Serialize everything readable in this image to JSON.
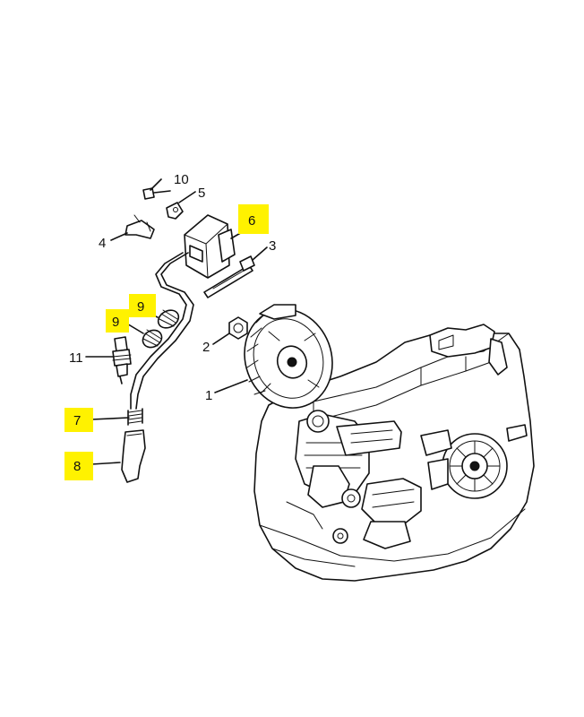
{
  "callouts": [
    {
      "id": "c10",
      "number": "10",
      "highlight": false,
      "part": "screw"
    },
    {
      "id": "c5",
      "number": "5",
      "highlight": false,
      "part": "clip"
    },
    {
      "id": "c6",
      "number": "6",
      "highlight": true,
      "part": "ignition-module"
    },
    {
      "id": "c4",
      "number": "4",
      "highlight": false,
      "part": "short-circuit-contact"
    },
    {
      "id": "c3",
      "number": "3",
      "highlight": false,
      "part": "cable-guide"
    },
    {
      "id": "c9a",
      "number": "9",
      "highlight": true,
      "part": "spring-upper"
    },
    {
      "id": "c9b",
      "number": "9",
      "highlight": true,
      "part": "spring-lower"
    },
    {
      "id": "c2",
      "number": "2",
      "highlight": false,
      "part": "nut"
    },
    {
      "id": "c11",
      "number": "11",
      "highlight": false,
      "part": "spark-plug"
    },
    {
      "id": "c1",
      "number": "1",
      "highlight": false,
      "part": "flywheel"
    },
    {
      "id": "c7",
      "number": "7",
      "highlight": true,
      "part": "leg-spring"
    },
    {
      "id": "c8",
      "number": "8",
      "highlight": true,
      "part": "spark-plug-boot"
    }
  ],
  "colors": {
    "highlight": "#fff200",
    "ink": "#111111",
    "background": "#ffffff"
  }
}
